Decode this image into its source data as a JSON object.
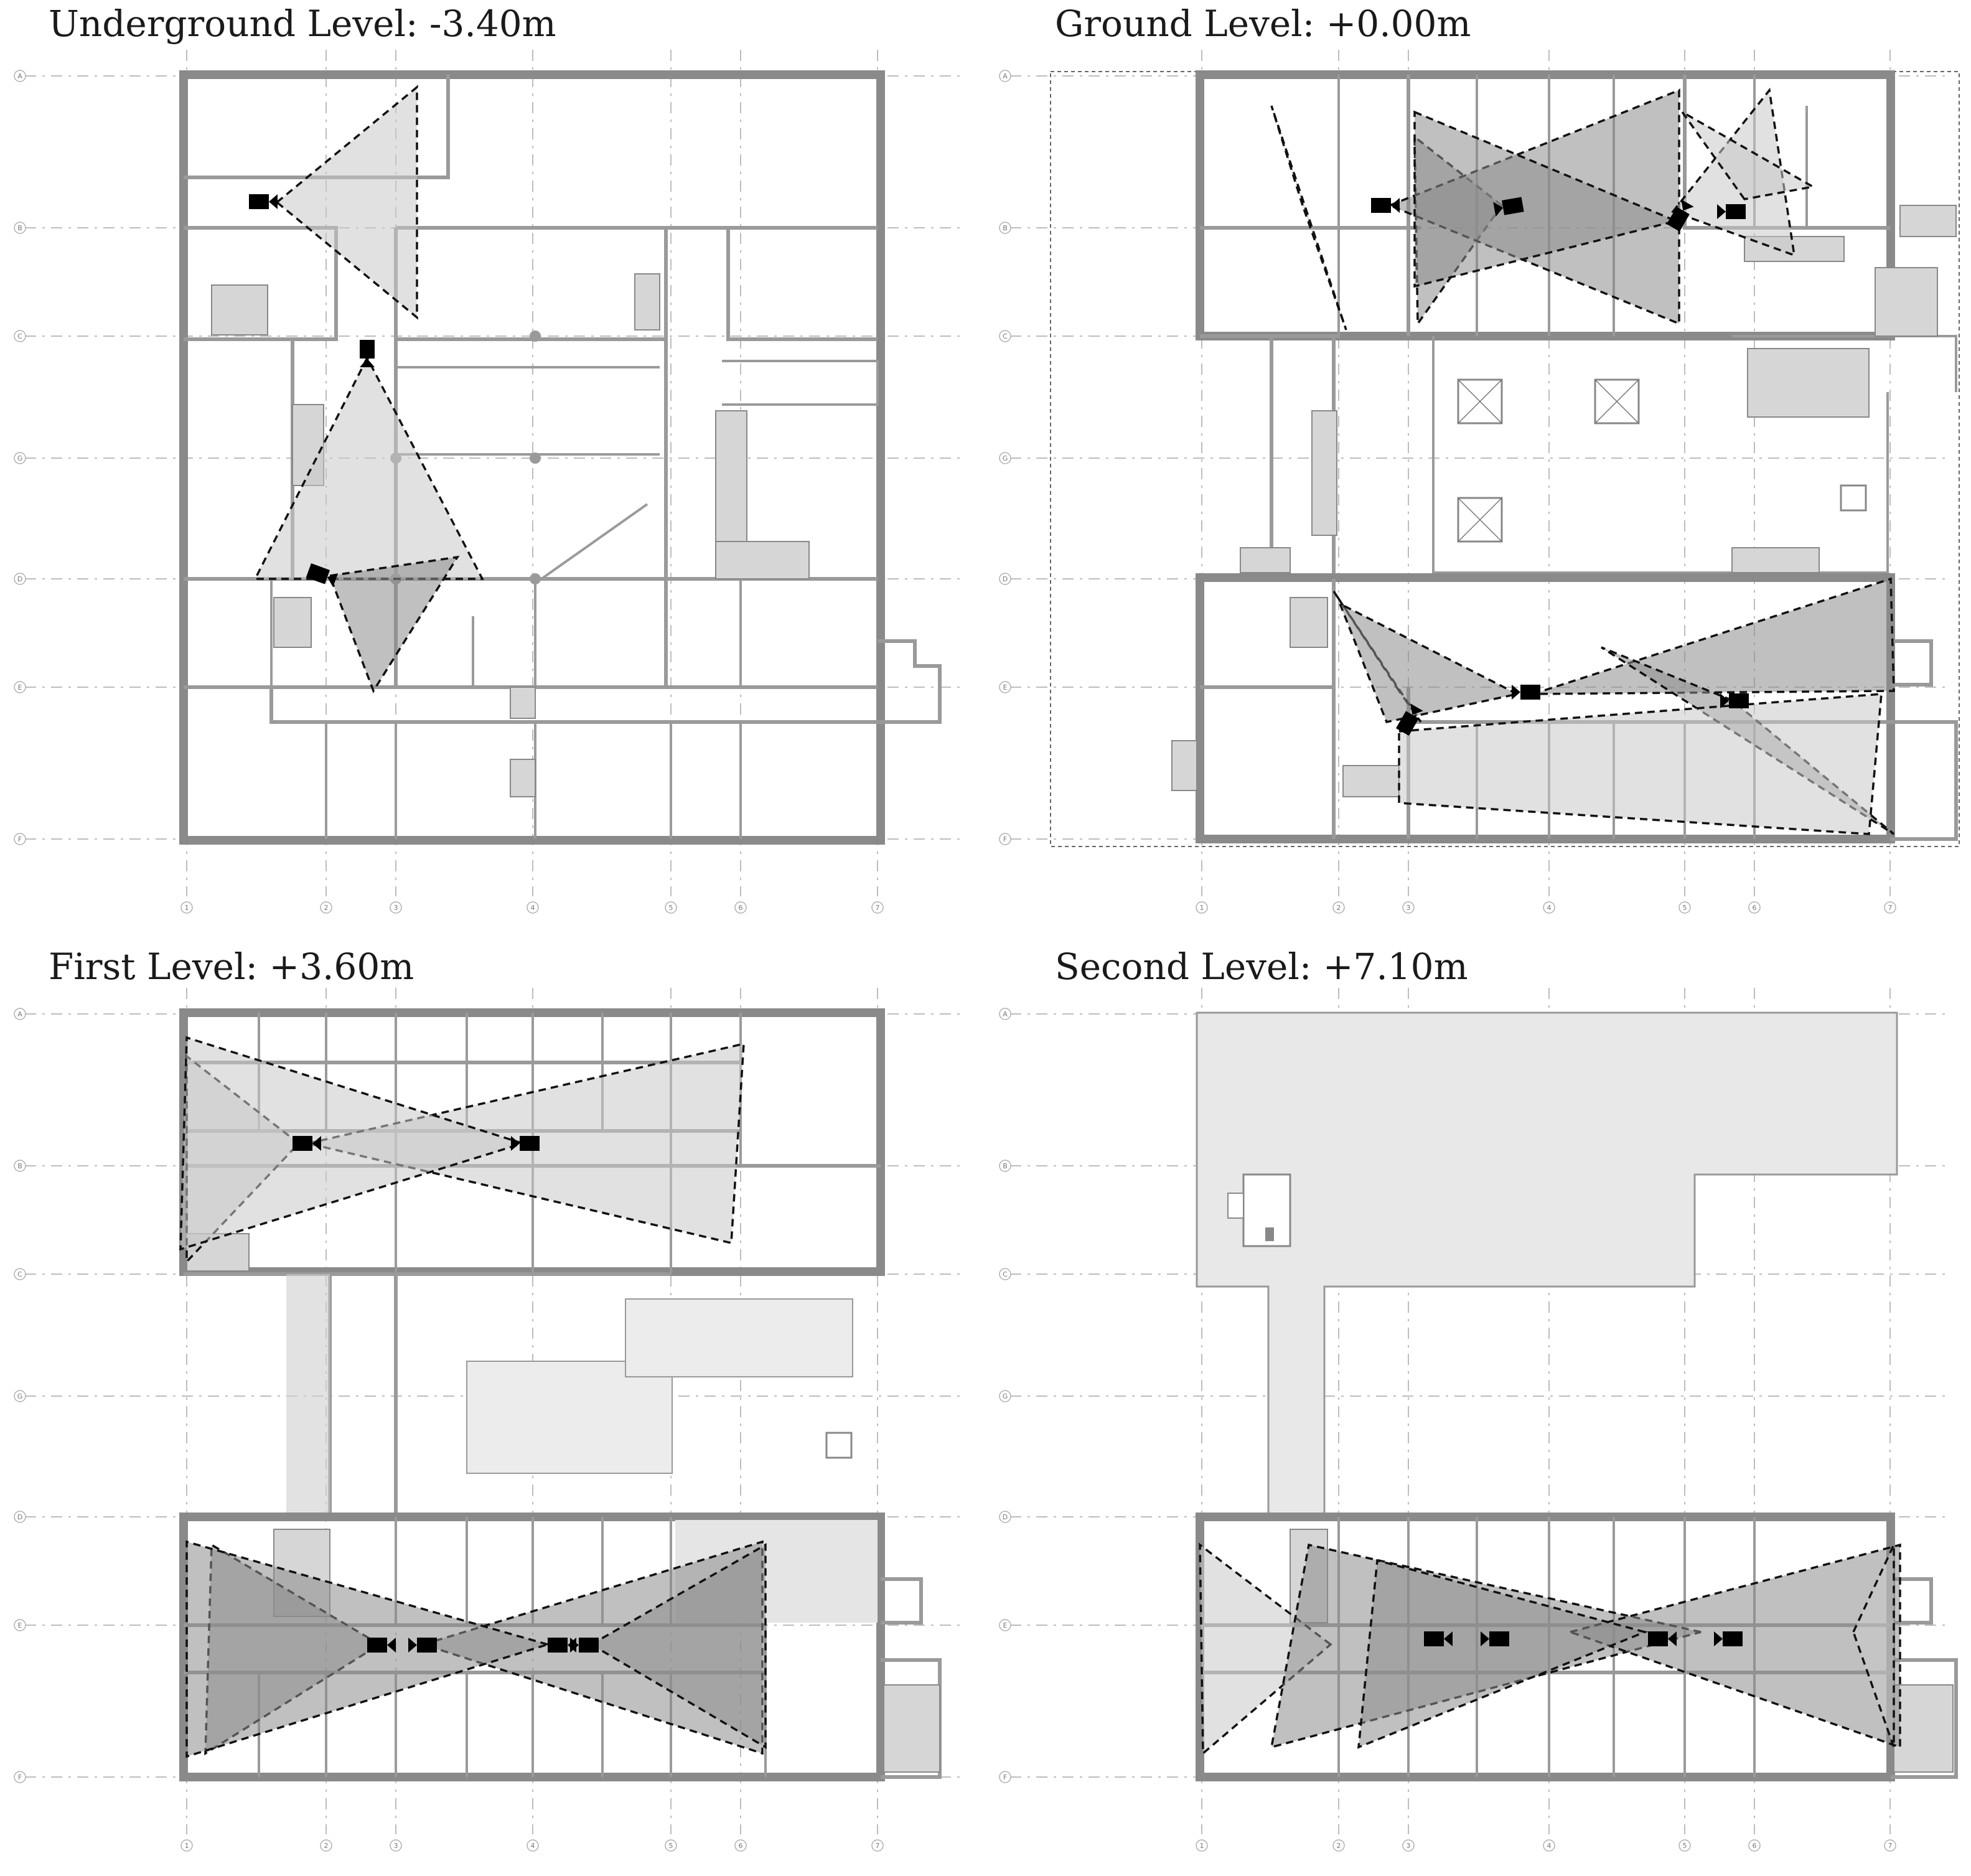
{
  "panels": [
    {
      "id": "underground",
      "title": "Underground Level: -3.40m",
      "grid_rows": [
        "A",
        "B",
        "C",
        "G",
        "D",
        "E",
        "F"
      ],
      "grid_cols": [
        "1",
        "2",
        "3",
        "4",
        "5",
        "6",
        "7"
      ],
      "camera_count": 3
    },
    {
      "id": "ground",
      "title": "Ground Level: +0.00m",
      "grid_rows": [
        "A",
        "B",
        "C",
        "G",
        "D",
        "E",
        "F"
      ],
      "grid_cols": [
        "1",
        "2",
        "3",
        "4",
        "5",
        "6",
        "7"
      ],
      "camera_count": 7
    },
    {
      "id": "first",
      "title": "First Level: +3.60m",
      "grid_rows": [
        "A",
        "B",
        "C",
        "G",
        "D",
        "E",
        "F"
      ],
      "grid_cols": [
        "1",
        "2",
        "3",
        "4",
        "5",
        "6",
        "7"
      ],
      "camera_count": 6
    },
    {
      "id": "second",
      "title": "Second Level: +7.10m",
      "grid_rows": [
        "A",
        "B",
        "C",
        "G",
        "D",
        "E",
        "F"
      ],
      "grid_cols": [
        "1",
        "2",
        "3",
        "4",
        "5",
        "6",
        "7"
      ],
      "camera_count": 4
    }
  ],
  "icons": {
    "camera": "camera-icon"
  },
  "colors": {
    "wall": "#8a8a8a",
    "coverage_light": "#c9c9c9",
    "coverage_dark": "#8c8c8c",
    "roof": "#e8e8e8"
  }
}
